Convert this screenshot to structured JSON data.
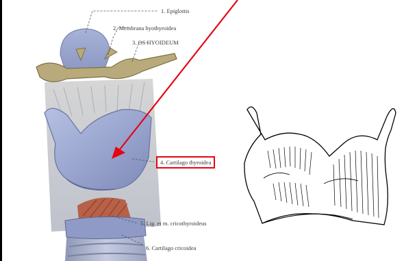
{
  "labels": {
    "l1": "1. Epiglottis",
    "l2": "2. Membrana hyothyroidea",
    "l3": "3. OS HYOIDEUM",
    "l4": "4. Cartilago thyroidea",
    "l5": "5. Lig. et m. cricothyroideus",
    "l6": "6. Cartilago cricoidea"
  },
  "colors": {
    "highlight": "#e30613",
    "arrow": "#e30613",
    "cartilage": "#9aa6cf",
    "hyoid": "#b8aa7a",
    "muscle": "#b5553a"
  },
  "icons": {
    "arrow": "pointer-arrow-icon",
    "sketch": "thyroid-cartilage-sketch-icon"
  }
}
